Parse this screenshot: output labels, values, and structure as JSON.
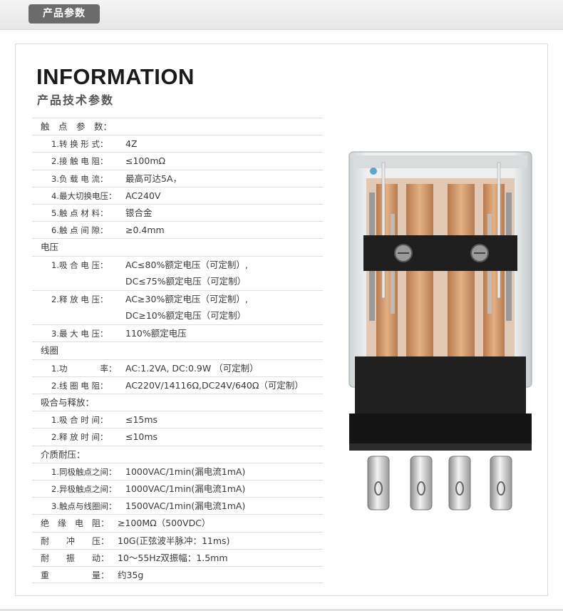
{
  "header": {
    "tab_label": "产品参数"
  },
  "title": {
    "main": "INFORMATION",
    "sub": "产品技术参数"
  },
  "specs": [
    {
      "type": "section",
      "label": "触　点　参　数："
    },
    {
      "type": "item",
      "label": "1.转 换 形 式：",
      "value": "4Z"
    },
    {
      "type": "item",
      "label": "2.接 触 电 阻：",
      "value": "≤100mΩ"
    },
    {
      "type": "item",
      "label": "3.负 载 电 流：",
      "value": "最高可达5A，"
    },
    {
      "type": "item",
      "label": "4.最大切换电压：",
      "value": "AC240V"
    },
    {
      "type": "item",
      "label": "5.触 点 材 料：",
      "value": "银合金"
    },
    {
      "type": "item",
      "label": "6.触 点 间 隙：",
      "value": "≥0.4mm"
    },
    {
      "type": "section",
      "label": "电压"
    },
    {
      "type": "item",
      "label": "1.吸 合 电 压：",
      "value": "AC≤80%额定电压（可定制）,"
    },
    {
      "type": "cont",
      "label": "",
      "value": "DC≤75%额定电压（可定制）"
    },
    {
      "type": "item",
      "label": "2.释 放 电 压：",
      "value": "AC≥30%额定电压（可定制）,"
    },
    {
      "type": "cont",
      "label": "",
      "value": "DC≥10%额定电压（可定制）"
    },
    {
      "type": "item",
      "label": "3.最 大 电 压：",
      "value": "110%额定电压"
    },
    {
      "type": "section",
      "label": "线圈"
    },
    {
      "type": "item",
      "label": "1.功　　　　率：",
      "value": "AC:1.2VA, DC:0.9W （可定制）"
    },
    {
      "type": "item",
      "label": "2.线 圈 电 阻：",
      "value": "AC220V/14116Ω,DC24V/640Ω（可定制）"
    },
    {
      "type": "section",
      "label": "吸合与释放："
    },
    {
      "type": "item",
      "label": "1.吸 合 时 间：",
      "value": "≤15ms"
    },
    {
      "type": "item",
      "label": "2.释 放 时 间：",
      "value": "≤10ms"
    },
    {
      "type": "section",
      "label": "介质耐压："
    },
    {
      "type": "item",
      "label": "1.同极触点之间：",
      "value": "1000VAC/1min(漏电流1mA)"
    },
    {
      "type": "item",
      "label": "2.异极触点之间：",
      "value": "1000VAC/1min(漏电流1mA)"
    },
    {
      "type": "item",
      "label": "3.触点与线圈间：",
      "value": "1500VAC/1min(漏电流1mA)"
    },
    {
      "type": "top",
      "label": "绝　缘　电　阻：",
      "value": "≥100MΩ（500VDC）"
    },
    {
      "type": "top",
      "label": "耐　　冲　　压：",
      "value": "10G(正弦波半脉冲：11ms)"
    },
    {
      "type": "top",
      "label": "耐　　振　　动：",
      "value": "10～55Hz双振幅：1.5mm"
    },
    {
      "type": "top",
      "label": "重　　　　　量：",
      "value": "约35g"
    }
  ]
}
